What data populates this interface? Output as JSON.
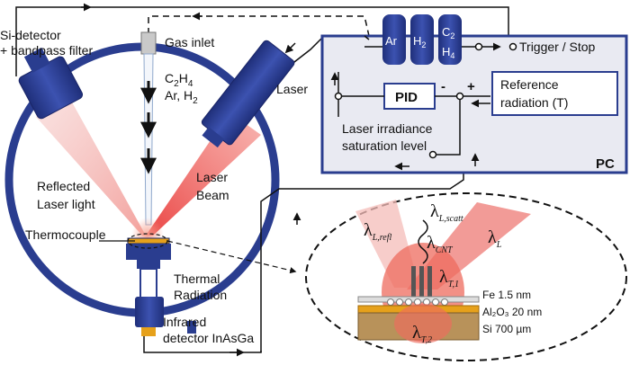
{
  "labels": {
    "si_detector_line1": "Si-detector",
    "si_detector_line2": "+ bandpass filter",
    "gas_inlet": "Gas inlet",
    "gas_mix_line1": "C",
    "gas_mix_line1_sub": "2",
    "gas_mix_line1_rest": "H",
    "gas_mix_line1_sub2": "4",
    "gas_mix_line2": "Ar, H",
    "gas_mix_line2_sub": "2",
    "laser": "Laser",
    "laser_beam_line1": "Laser",
    "laser_beam_line2": "Beam",
    "reflected_line1": "Reflected",
    "reflected_line2": "Laser light",
    "thermocouple": "Thermocouple",
    "thermal_line1": "Thermal",
    "thermal_line2": "Radiation",
    "infrared_line1": "Infrared",
    "infrared_line2": "detector InAsGa"
  },
  "control": {
    "gases": [
      "Ar",
      "H",
      "C"
    ],
    "gas_h_sub": "2",
    "gas_c_sub": "2",
    "gas_c_line2": "H",
    "gas_c_line2_sub": "4",
    "trigger": "Trigger / Stop",
    "pid": "PID",
    "minus": "-",
    "plus": "+",
    "reference_line1": "Reference",
    "reference_line2": "radiation (T)",
    "irradiance_line1": "Laser irradiance",
    "irradiance_line2": "saturation level",
    "pc": "PC"
  },
  "inset": {
    "lambda_l_refl": "λ",
    "lambda_l_refl_sub": "L,refl",
    "lambda_l_scatt": "λ",
    "lambda_l_scatt_sub": "L,scatt",
    "lambda_cnt": "λ",
    "lambda_cnt_sub": "CNT",
    "lambda_l": "λ",
    "lambda_l_sub": "L",
    "lambda_t1": "λ",
    "lambda_t1_sub": "T,1",
    "lambda_t2": "λ",
    "lambda_t2_sub": "T,2",
    "layers": [
      "Fe 1.5 nm",
      "Al₂O₃ 20 nm",
      "Si 700 µm"
    ]
  },
  "colors": {
    "chamber": "#2a3d8f",
    "pc_box": "#e9eaf2",
    "laser_red": "#e8302f",
    "beam_pink": "#f4a3a0",
    "gold": "#e6a11b",
    "silicon": "#b8925a"
  }
}
